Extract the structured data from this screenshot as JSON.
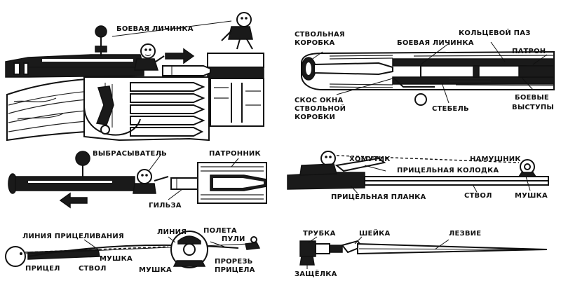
{
  "labels": {
    "p1_bolt": "БОЕВАЯ ЛИЧИНКА",
    "p2_receiver_l1": "СТВОЛЬНАЯ",
    "p2_receiver_l2": "КОРОБКА",
    "p2_ring_groove": "КОЛЬЦЕВОЙ ПАЗ",
    "p2_bolt": "БОЕВАЯ ЛИЧИНКА",
    "p2_cartridge": "ПАТРОН",
    "p2_bevel_l1": "СКОС ОКНА",
    "p2_bevel_l2": "СТВОЛЬНОЙ",
    "p2_bevel_l3": "КОРОБКИ",
    "p2_stem": "СТЕБЕЛЬ",
    "p2_lugs_l1": "БОЕВЫЕ",
    "p2_lugs_l2": "ВЫСТУПЫ",
    "p3_extractor": "ВЫБРАСЫВАТЕЛЬ",
    "p3_chamber": "ПАТРОННИК",
    "p3_case": "ГИЛЬЗА",
    "p4_clamp": "ХОМУТИК",
    "p4_hood": "НАМУШНИК",
    "p4_sight_block": "ПРИЦЕЛЬНАЯ КОЛОДКА",
    "p4_sight_leaf": "ПРИЦЕЛЬНАЯ ПЛАНКА",
    "p4_barrel": "СТВОЛ",
    "p4_front_sight": "МУШКА",
    "p5_sight_line": "ЛИНИЯ ПРИЦЕЛИВАНИЯ",
    "p5_flight_l1": "ЛИНИЯ",
    "p5_flight_l2": "ПОЛЕТА",
    "p5_flight_l3": "ПУЛИ",
    "p5_front_sight": "МУШКА",
    "p5_rear_sight": "ПРИЦЕЛ",
    "p5_barrel": "СТВОЛ",
    "p5_front_sight_2": "МУШКА",
    "p5_notch_l1": "ПРОРЕЗЬ",
    "p5_notch_l2": "ПРИЦЕЛА",
    "p6_tube": "ТРУБКА",
    "p6_neck": "ШЕЙКА",
    "p6_blade": "ЛЕЗВИЕ",
    "p6_latch": "ЗАЩЁЛКА"
  }
}
